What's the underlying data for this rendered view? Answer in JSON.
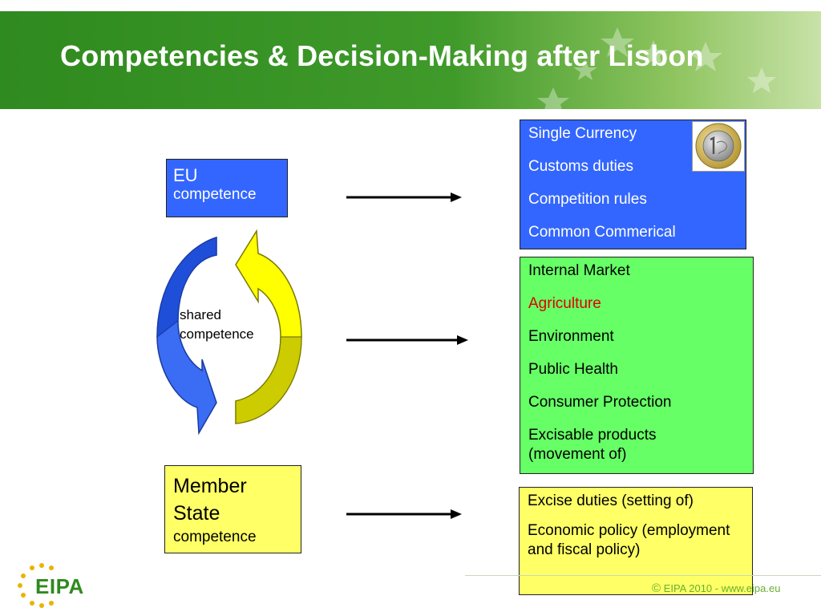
{
  "slide": {
    "title": "Competencies & Decision-Making after Lisbon"
  },
  "eu_competence": {
    "line1": "EU",
    "line2": "competence"
  },
  "shared_competence": {
    "line1": "shared",
    "line2": "competence"
  },
  "member_state_competence": {
    "line1": "Member",
    "line2": "State",
    "line3": "competence"
  },
  "eu_list": {
    "items": [
      "Single Currency",
      "Customs duties",
      "Competition rules",
      "Common Commerical"
    ]
  },
  "shared_list": {
    "items": [
      "Internal Market",
      "Agriculture",
      "Environment",
      "Public Health",
      "Consumer Protection",
      "Excisable products (movement of)"
    ],
    "highlight_color": "#e00000"
  },
  "member_state_list": {
    "items": [
      "Excise duties (setting of)",
      "Economic policy (employment and fiscal policy)"
    ]
  },
  "footer": {
    "logo_text": "EIPA",
    "copyright_symbol": "©",
    "copyright_text": "EIPA 2010 - www.eipa.eu"
  },
  "colors": {
    "eu_blue": "#3366ff",
    "shared_green": "#66ff66",
    "member_yellow": "#ffff66",
    "header_green": "#2f8a1f"
  },
  "icons": {
    "coin": "euro-coin-icon",
    "cycle": "cycle-arrows-icon"
  }
}
